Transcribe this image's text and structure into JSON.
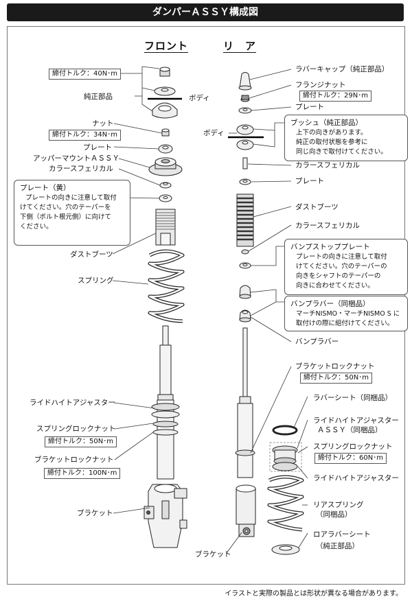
{
  "header": {
    "title": "ダンパーＡＳＳＹ構成図"
  },
  "columns": {
    "front": "フロント",
    "rear": "リ　ア"
  },
  "front_labels": {
    "torque_top": "締付トルク：40N･m",
    "genuine": "純正部品",
    "body": "ボディ",
    "nut": "ナット",
    "torque_nut": "締付トルク：34N･m",
    "plate": "プレート",
    "upper_mount": "アッパーマウントＡＳＳＹ",
    "collar": "カラースフェリカル",
    "dust_boot": "ダストブーツ",
    "spring": "スプリング",
    "ride_adjuster": "ライドハイトアジャスター",
    "spring_lock": "スプリングロックナット",
    "torque_spring_lock": "締付トルク：50N･m",
    "bracket_lock": "ブラケットロックナット",
    "torque_bracket_lock": "締付トルク：100N･m",
    "bracket": "ブラケット"
  },
  "plate_note": {
    "title": "プレート（黄）",
    "lines": [
      "プレートの向きに注意して取付",
      "けてください。穴のテーパーを",
      "下側（ボルト根元側）に向けて",
      "ください。"
    ]
  },
  "rear_labels": {
    "rubber_cap": "ラバーキャップ（純正部品）",
    "flange_nut": "フランジナット",
    "torque_flange": "締付トルク：29N･m",
    "plate1": "プレート",
    "body": "ボディ",
    "collar1": "カラースフェリカル",
    "plate2": "プレート",
    "dust_boot": "ダストブーツ",
    "collar2": "カラースフェリカル",
    "bump_rubber": "バンプラバー",
    "bracket_lock": "ブラケットロックナット",
    "torque_bracket_lock": "締付トルク：50N･m",
    "rubber_seat": "ラバーシート（同梱品）",
    "ride_adjuster_assy_1": "ライドハイトアジャスター",
    "ride_adjuster_assy_2": "ＡＳＳＹ（同梱品）",
    "spring_lock": "スプリングロックナット",
    "torque_spring_lock": "締付トルク：60N･m",
    "ride_adjuster": "ライドハイトアジャスター",
    "rear_spring_1": "リアスプリング",
    "rear_spring_2": "（同梱品）",
    "lower_seat_1": "ロアラバーシート",
    "lower_seat_2": "（純正部品）",
    "bracket": "ブラケット"
  },
  "bush_note": {
    "title": "ブッシュ（純正部品）",
    "lines": [
      "上下の向きがあります。",
      "純正の取付状態を参考に",
      "同じ向きで取付けてください。"
    ]
  },
  "bump_plate_note": {
    "title": "バンプストッププレート",
    "lines": [
      "プレートの向きに注意して取付",
      "けてください。穴のテーパーの",
      "向きをシャフトのテーパーの",
      "向きに合わせてください。"
    ]
  },
  "bump_rubber_note": {
    "title": "バンプラバー（同梱品）",
    "lines": [
      "マーチNISMO・マーチNISMO S に",
      "取付けの際に組付けてください。"
    ]
  },
  "footer": {
    "disclaimer": "イラストと実際の製品とは形状が異なる場合があります。"
  }
}
